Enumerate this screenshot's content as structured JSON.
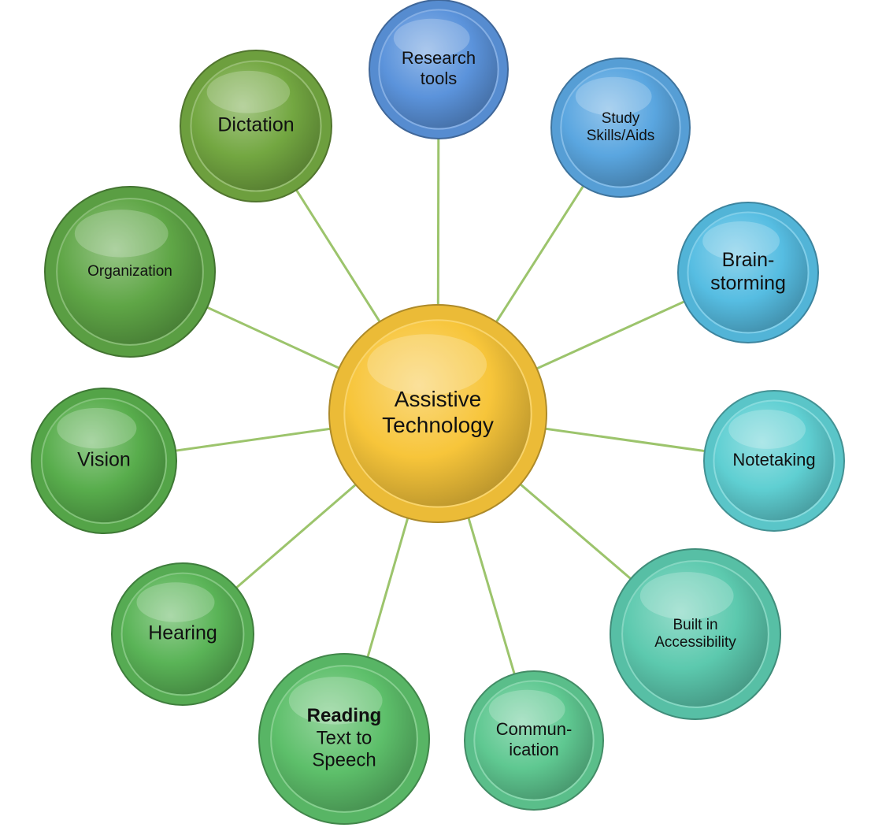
{
  "center": {
    "lines": [
      "Assistive",
      "Technology"
    ],
    "color": "#f7c53a"
  },
  "nodes": [
    {
      "name": "research-tools",
      "lines": [
        "Research",
        "tools"
      ],
      "color": "#5b93db"
    },
    {
      "name": "study-skills-aids",
      "lines": [
        "Study",
        "Skills/Aids"
      ],
      "color": "#5aa6e0"
    },
    {
      "name": "brainstorming",
      "lines": [
        "Brain-",
        "storming"
      ],
      "color": "#56bde2"
    },
    {
      "name": "notetaking",
      "lines": [
        "Notetaking"
      ],
      "color": "#5fcfd2"
    },
    {
      "name": "built-in-accessibility",
      "lines": [
        "Built in",
        "Accessibility"
      ],
      "color": "#5cc9ae"
    },
    {
      "name": "communication",
      "lines": [
        "Commun-",
        "ication"
      ],
      "color": "#5fc891"
    },
    {
      "name": "reading-text-to-speech",
      "lines": [
        "Reading",
        "Text to",
        "Speech"
      ],
      "bold_first_line": true,
      "color": "#5dbf6a"
    },
    {
      "name": "hearing",
      "lines": [
        "Hearing"
      ],
      "color": "#5ab457"
    },
    {
      "name": "vision",
      "lines": [
        "Vision"
      ],
      "color": "#58ad4c"
    },
    {
      "name": "organization",
      "lines": [
        "Organization"
      ],
      "color": "#5fa646"
    },
    {
      "name": "dictation",
      "lines": [
        "Dictation"
      ],
      "color": "#73a741"
    }
  ]
}
